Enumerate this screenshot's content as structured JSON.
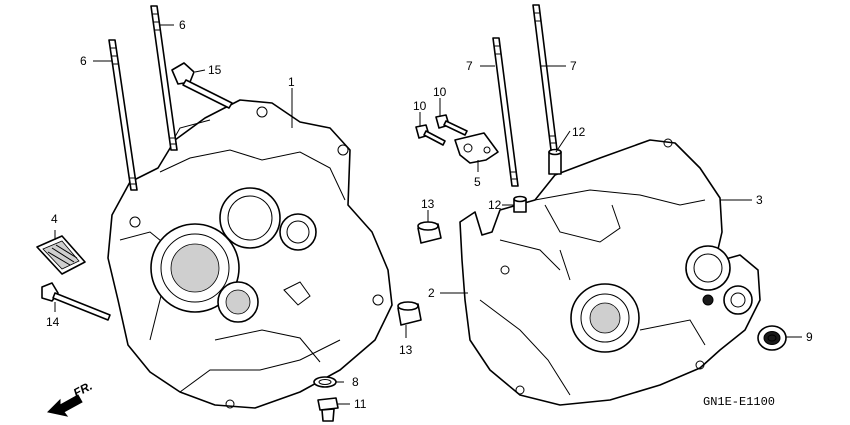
{
  "diagram_code": "GN1E-E1100",
  "direction_label": "FR.",
  "callouts": {
    "c1": "1",
    "c2": "2",
    "c3": "3",
    "c4": "4",
    "c5": "5",
    "c6a": "6",
    "c6b": "6",
    "c7a": "7",
    "c7b": "7",
    "c8": "8",
    "c9": "9",
    "c10a": "10",
    "c10b": "10",
    "c11": "11",
    "c12a": "12",
    "c12b": "12",
    "c13a": "13",
    "c13b": "13",
    "c14": "14",
    "c15": "15"
  }
}
